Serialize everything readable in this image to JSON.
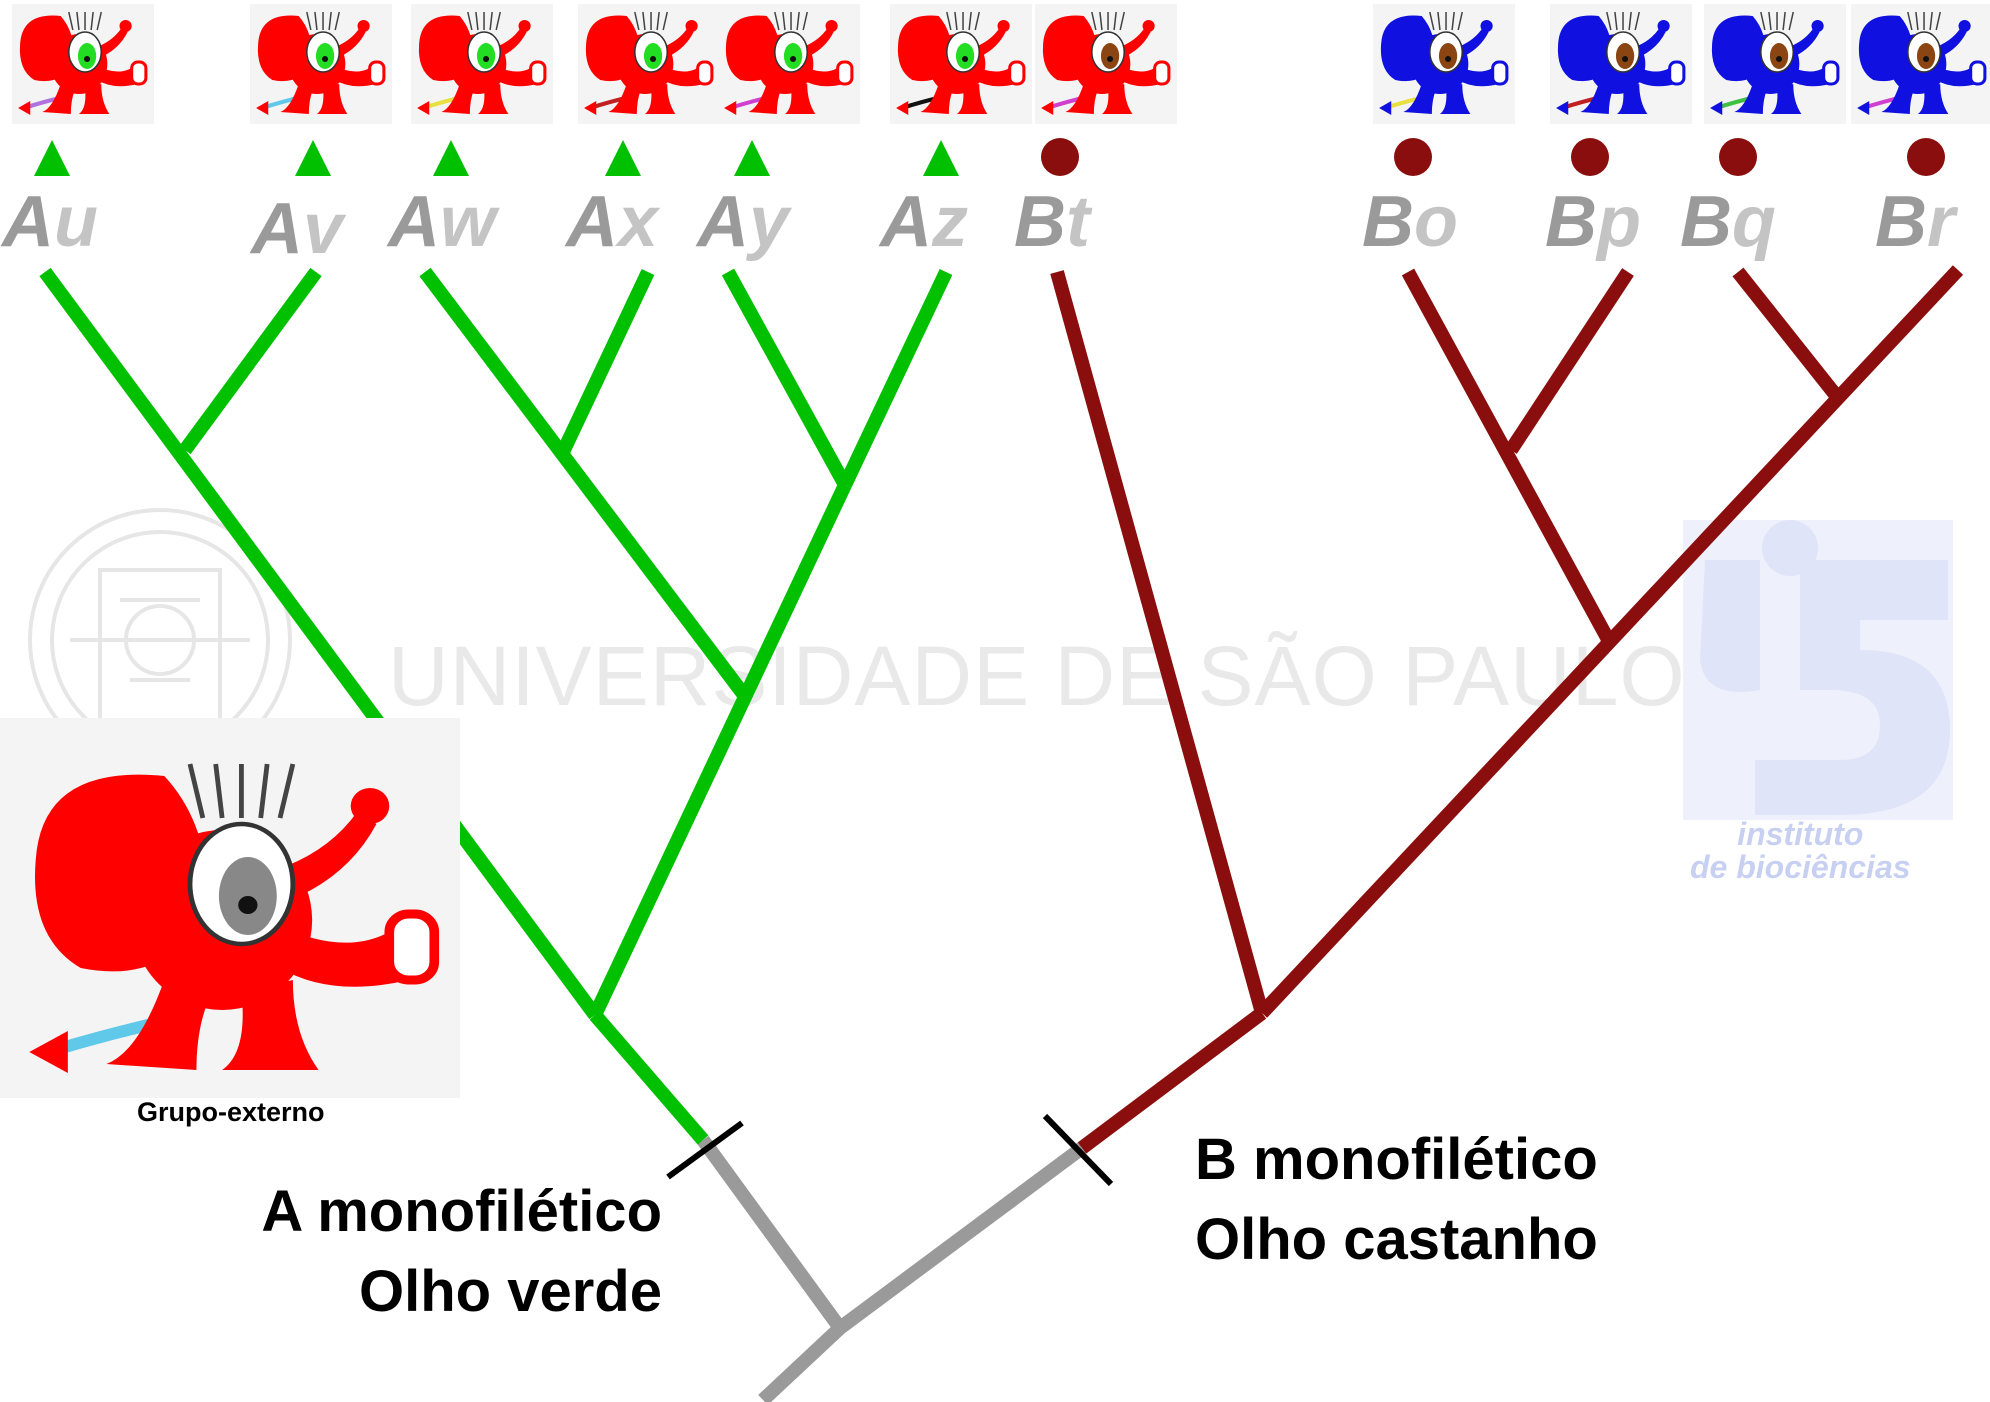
{
  "watermark": {
    "university": "UNIVERSIDADE DE SÃO PAULO",
    "institute": [
      "instituto",
      "de biociências"
    ]
  },
  "taxa": [
    {
      "prefix": "A",
      "suffix": "u",
      "creature": "red",
      "eye": "green",
      "tail": "#b070e0",
      "marker": "triangle"
    },
    {
      "prefix": "A",
      "suffix": "v",
      "creature": "red",
      "eye": "green",
      "tail": "#60c8e8",
      "marker": "triangle"
    },
    {
      "prefix": "A",
      "suffix": "w",
      "creature": "red",
      "eye": "green",
      "tail": "#e8e040",
      "marker": "triangle"
    },
    {
      "prefix": "A",
      "suffix": "x",
      "creature": "red",
      "eye": "green",
      "tail": "#c02020",
      "marker": "triangle"
    },
    {
      "prefix": "A",
      "suffix": "y",
      "creature": "red",
      "eye": "green",
      "tail": "#d040d0",
      "marker": "triangle"
    },
    {
      "prefix": "A",
      "suffix": "z",
      "creature": "red",
      "eye": "green",
      "tail": "#111111",
      "marker": "triangle"
    },
    {
      "prefix": "B",
      "suffix": "t",
      "creature": "red",
      "eye": "brown",
      "tail": "#d040d0",
      "marker": "circle"
    },
    {
      "prefix": "B",
      "suffix": "o",
      "creature": "blue",
      "eye": "brown",
      "tail": "#e8e040",
      "marker": "circle"
    },
    {
      "prefix": "B",
      "suffix": "p",
      "creature": "blue",
      "eye": "brown",
      "tail": "#c02020",
      "marker": "circle"
    },
    {
      "prefix": "B",
      "suffix": "q",
      "creature": "blue",
      "eye": "brown",
      "tail": "#40c040",
      "marker": "circle"
    },
    {
      "prefix": "B",
      "suffix": "r",
      "creature": "blue",
      "eye": "brown",
      "tail": "#d040d0",
      "marker": "circle"
    }
  ],
  "clade_a": {
    "lines": [
      "A monofilético",
      "Olho verde"
    ],
    "color": "#00c000"
  },
  "clade_b": {
    "lines": [
      "B monofilético",
      "Olho castanho"
    ],
    "color": "#8b0e0e"
  },
  "outgroup": {
    "caption": "Grupo-externo",
    "color": "#9a9a9a"
  },
  "colors": {
    "creature_red": "#ff0000",
    "creature_blue": "#1010e0",
    "eye_green": "#22dd22",
    "eye_brown": "#8b4513",
    "marker_triangle": "#00c000",
    "marker_circle": "#8b0e0e",
    "label_grey": "#9a9a9a",
    "label_light_grey": "#c4c4c4"
  }
}
